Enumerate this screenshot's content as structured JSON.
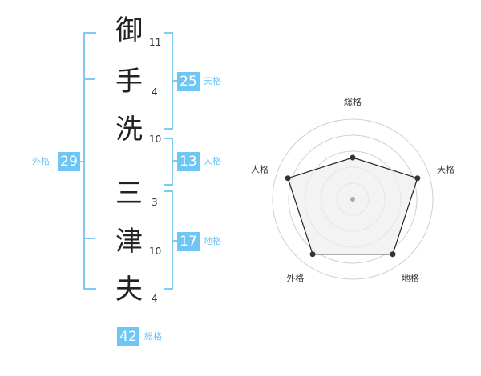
{
  "name": {
    "chars": [
      {
        "char": "御",
        "strokes": "11"
      },
      {
        "char": "手",
        "strokes": "4"
      },
      {
        "char": "洗",
        "strokes": "10"
      },
      {
        "char": "三",
        "strokes": "3"
      },
      {
        "char": "津",
        "strokes": "10"
      },
      {
        "char": "夫",
        "strokes": "4"
      }
    ]
  },
  "scores": {
    "tenkaku": {
      "value": "25",
      "label": "天格"
    },
    "jinkaku": {
      "value": "13",
      "label": "人格"
    },
    "chikaku": {
      "value": "17",
      "label": "地格"
    },
    "gaikaku": {
      "value": "29",
      "label": "外格"
    },
    "soukaku": {
      "value": "42",
      "label": "総格"
    }
  },
  "radar": {
    "axes": [
      "総格",
      "天格",
      "地格",
      "外格",
      "人格"
    ],
    "values": [
      0.52,
      0.85,
      0.85,
      0.85,
      0.85
    ],
    "colors": {
      "grid": "#d0d0d0",
      "fill": "#eeeeee",
      "line": "#222222",
      "dot": "#333333",
      "center": "#aaaaaa"
    }
  },
  "colors": {
    "accent": "#6ec6f5",
    "bracket": "#7fcaf3"
  }
}
